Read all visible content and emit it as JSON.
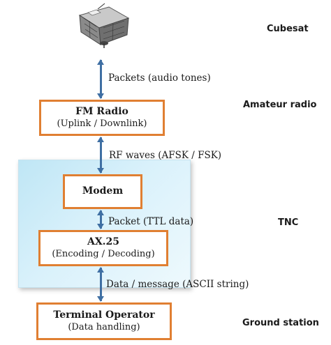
{
  "diagram": {
    "boxes": {
      "fm_radio": {
        "title": "FM Radio",
        "subtitle": "(Uplink / Downlink)"
      },
      "modem": {
        "title": "Modem"
      },
      "ax25": {
        "title": "AX.25",
        "subtitle": "(Encoding / Decoding)"
      },
      "terminal": {
        "title": "Terminal Operator",
        "subtitle": "(Data handling)"
      }
    },
    "links": {
      "cubesat_fm": "Packets (audio tones)",
      "fm_modem": "RF waves (AFSK / FSK)",
      "modem_ax25": "Packet (TTL data)",
      "ax25_terminal": "Data / message (ASCII string)"
    },
    "layers": {
      "cubesat": "Cubesat",
      "amateur_radio": "Amateur radio",
      "tnc": "TNC",
      "ground_station": "Ground station"
    },
    "colors": {
      "box_border": "#e07f32",
      "arrow": "#3f6fa3",
      "tnc_panel": "#cdebf7"
    },
    "icons": {
      "satellite": "cubesat-icon"
    }
  }
}
